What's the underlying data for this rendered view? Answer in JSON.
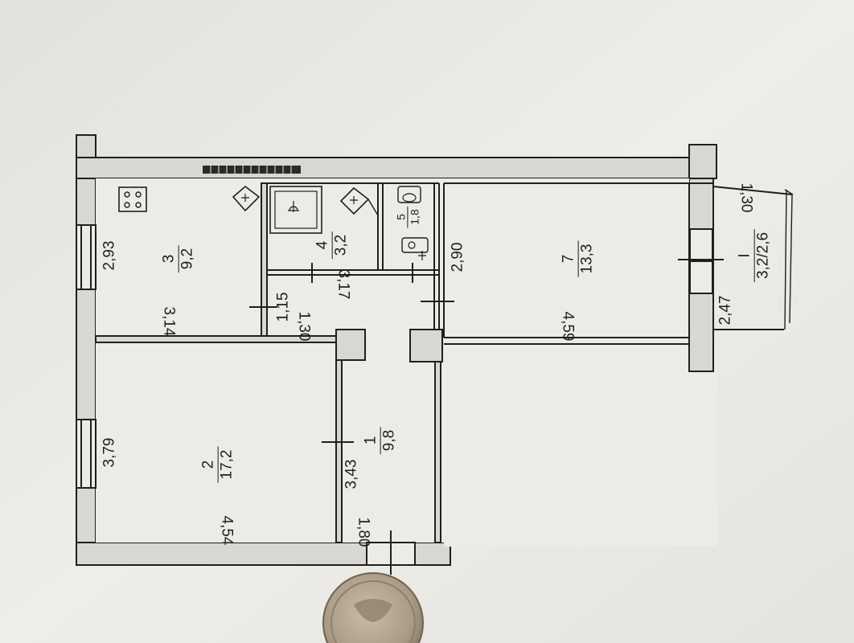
{
  "plan": {
    "rooms": [
      {
        "number": "1",
        "area": "9,8"
      },
      {
        "number": "2",
        "area": "17,2"
      },
      {
        "number": "3",
        "area": "9,2"
      },
      {
        "number": "4",
        "area": "3,2"
      },
      {
        "number": "5",
        "area": "1,8"
      },
      {
        "number": "7",
        "area": "13,3"
      },
      {
        "number": "I",
        "area": "3,2/2,6"
      }
    ],
    "dimensions": {
      "room3_width": "2,93",
      "room3_length": "3,14",
      "room2_width": "3,79",
      "room2_length": "4,54",
      "room1_width": "3,43",
      "room1_length": "1,80",
      "hall_width": "1,15",
      "hall_length": "1,30",
      "room4_length": "3,17",
      "room7_width": "2,90",
      "room7_length": "4,59",
      "balcony_width": "2,47",
      "balcony_length": "1,30"
    }
  },
  "colors": {
    "paper": "#e9e8e3",
    "wall_fill": "#d8d7d2",
    "ink": "#1f1f1f",
    "coin": "#a89a85"
  },
  "icons": [
    "stove-icon",
    "radiator-icon",
    "sink-icon",
    "bathtub-icon",
    "toilet-icon",
    "window-icon",
    "coin"
  ]
}
